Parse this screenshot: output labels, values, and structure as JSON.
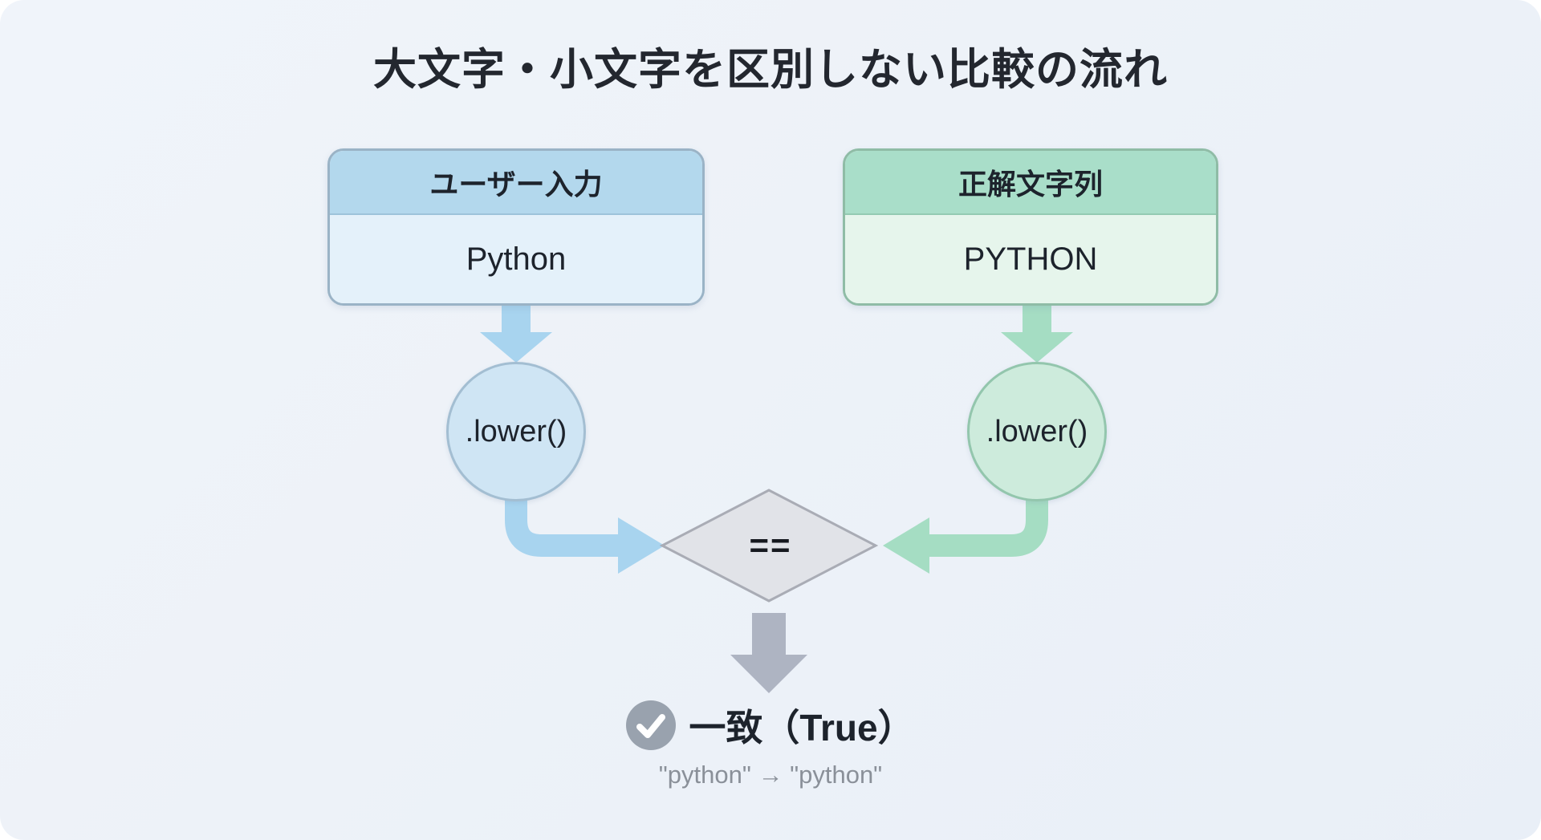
{
  "title": "大文字・小文字を区別しない比較の流れ",
  "branches": {
    "left": {
      "header": "ユーザー入力",
      "value": "Python",
      "operation": ".lower()"
    },
    "right": {
      "header": "正解文字列",
      "value": "PYTHON",
      "operation": ".lower()"
    }
  },
  "comparator": {
    "symbol": "=="
  },
  "result": {
    "label": "一致（True）",
    "detail": "\"python\" → \"python\"",
    "icon": "check-circle"
  },
  "colors": {
    "background": "#edf2f8",
    "title_text": "#23272f",
    "text_dark": "#1d232c",
    "detail_text": "#8a9099",
    "blue_header": "#b3d8ed",
    "blue_body": "#e4f1fa",
    "blue_border": "#9ab3c6",
    "blue_arrow": "#a8d4ef",
    "blue_circle_fill": "#cfe5f4",
    "blue_circle_border": "#a3bed2",
    "green_header": "#a9dec9",
    "green_body": "#e6f5ec",
    "green_border": "#8fbca6",
    "green_arrow": "#a5ddc3",
    "green_circle_fill": "#cdebdc",
    "green_circle_border": "#93c6ad",
    "diamond_fill": "#e1e3e8",
    "diamond_border": "#a9acb5",
    "gray_arrow": "#aeb4c2",
    "check_circle": "#99a2ae"
  }
}
